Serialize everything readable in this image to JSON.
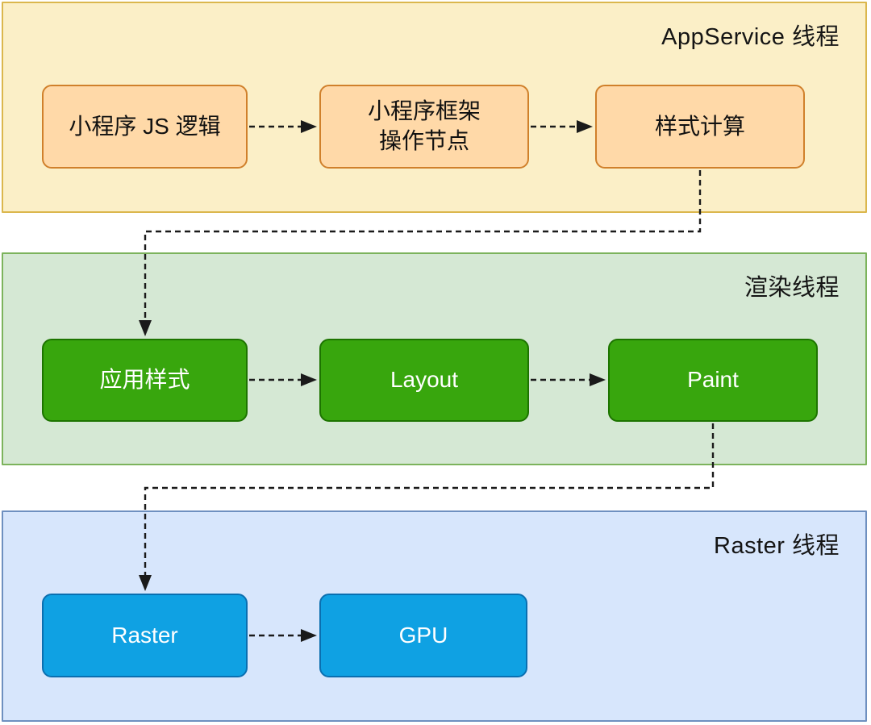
{
  "diagram": {
    "type": "flow-swimlane",
    "connector_color": "#1A1A1A",
    "lanes": [
      {
        "title": "AppService 线程",
        "fill": "#FBEFC7",
        "border": "#DBB74D",
        "node_fill": "#FFD9A8",
        "node_border": "#D0802B",
        "node_text_color": "#111111",
        "nodes": [
          {
            "label": "小程序 JS 逻辑"
          },
          {
            "label": "小程序框架\n操作节点"
          },
          {
            "label": "样式计算"
          }
        ]
      },
      {
        "title": "渲染线程",
        "fill": "#D5E8D4",
        "border": "#7CB35C",
        "node_fill": "#38A60D",
        "node_border": "#1D7400",
        "node_text_color": "#FFFFFF",
        "nodes": [
          {
            "label": "应用样式"
          },
          {
            "label": "Layout"
          },
          {
            "label": "Paint"
          }
        ]
      },
      {
        "title": "Raster 线程",
        "fill": "#D7E6FC",
        "border": "#6E90C0",
        "node_fill": "#0FA1E3",
        "node_border": "#0A6FB0",
        "node_text_color": "#FFFFFF",
        "nodes": [
          {
            "label": "Raster"
          },
          {
            "label": "GPU"
          }
        ]
      }
    ],
    "edges": [
      {
        "from": "小程序 JS 逻辑",
        "to": "小程序框架 操作节点",
        "style": "dashed-arrow"
      },
      {
        "from": "小程序框架 操作节点",
        "to": "样式计算",
        "style": "dashed-arrow"
      },
      {
        "from": "样式计算",
        "to": "应用样式",
        "style": "dashed-arrow-elbow"
      },
      {
        "from": "应用样式",
        "to": "Layout",
        "style": "dashed-arrow"
      },
      {
        "from": "Layout",
        "to": "Paint",
        "style": "dashed-arrow"
      },
      {
        "from": "Paint",
        "to": "Raster",
        "style": "dashed-arrow-elbow"
      },
      {
        "from": "Raster",
        "to": "GPU",
        "style": "dashed-arrow"
      }
    ]
  }
}
